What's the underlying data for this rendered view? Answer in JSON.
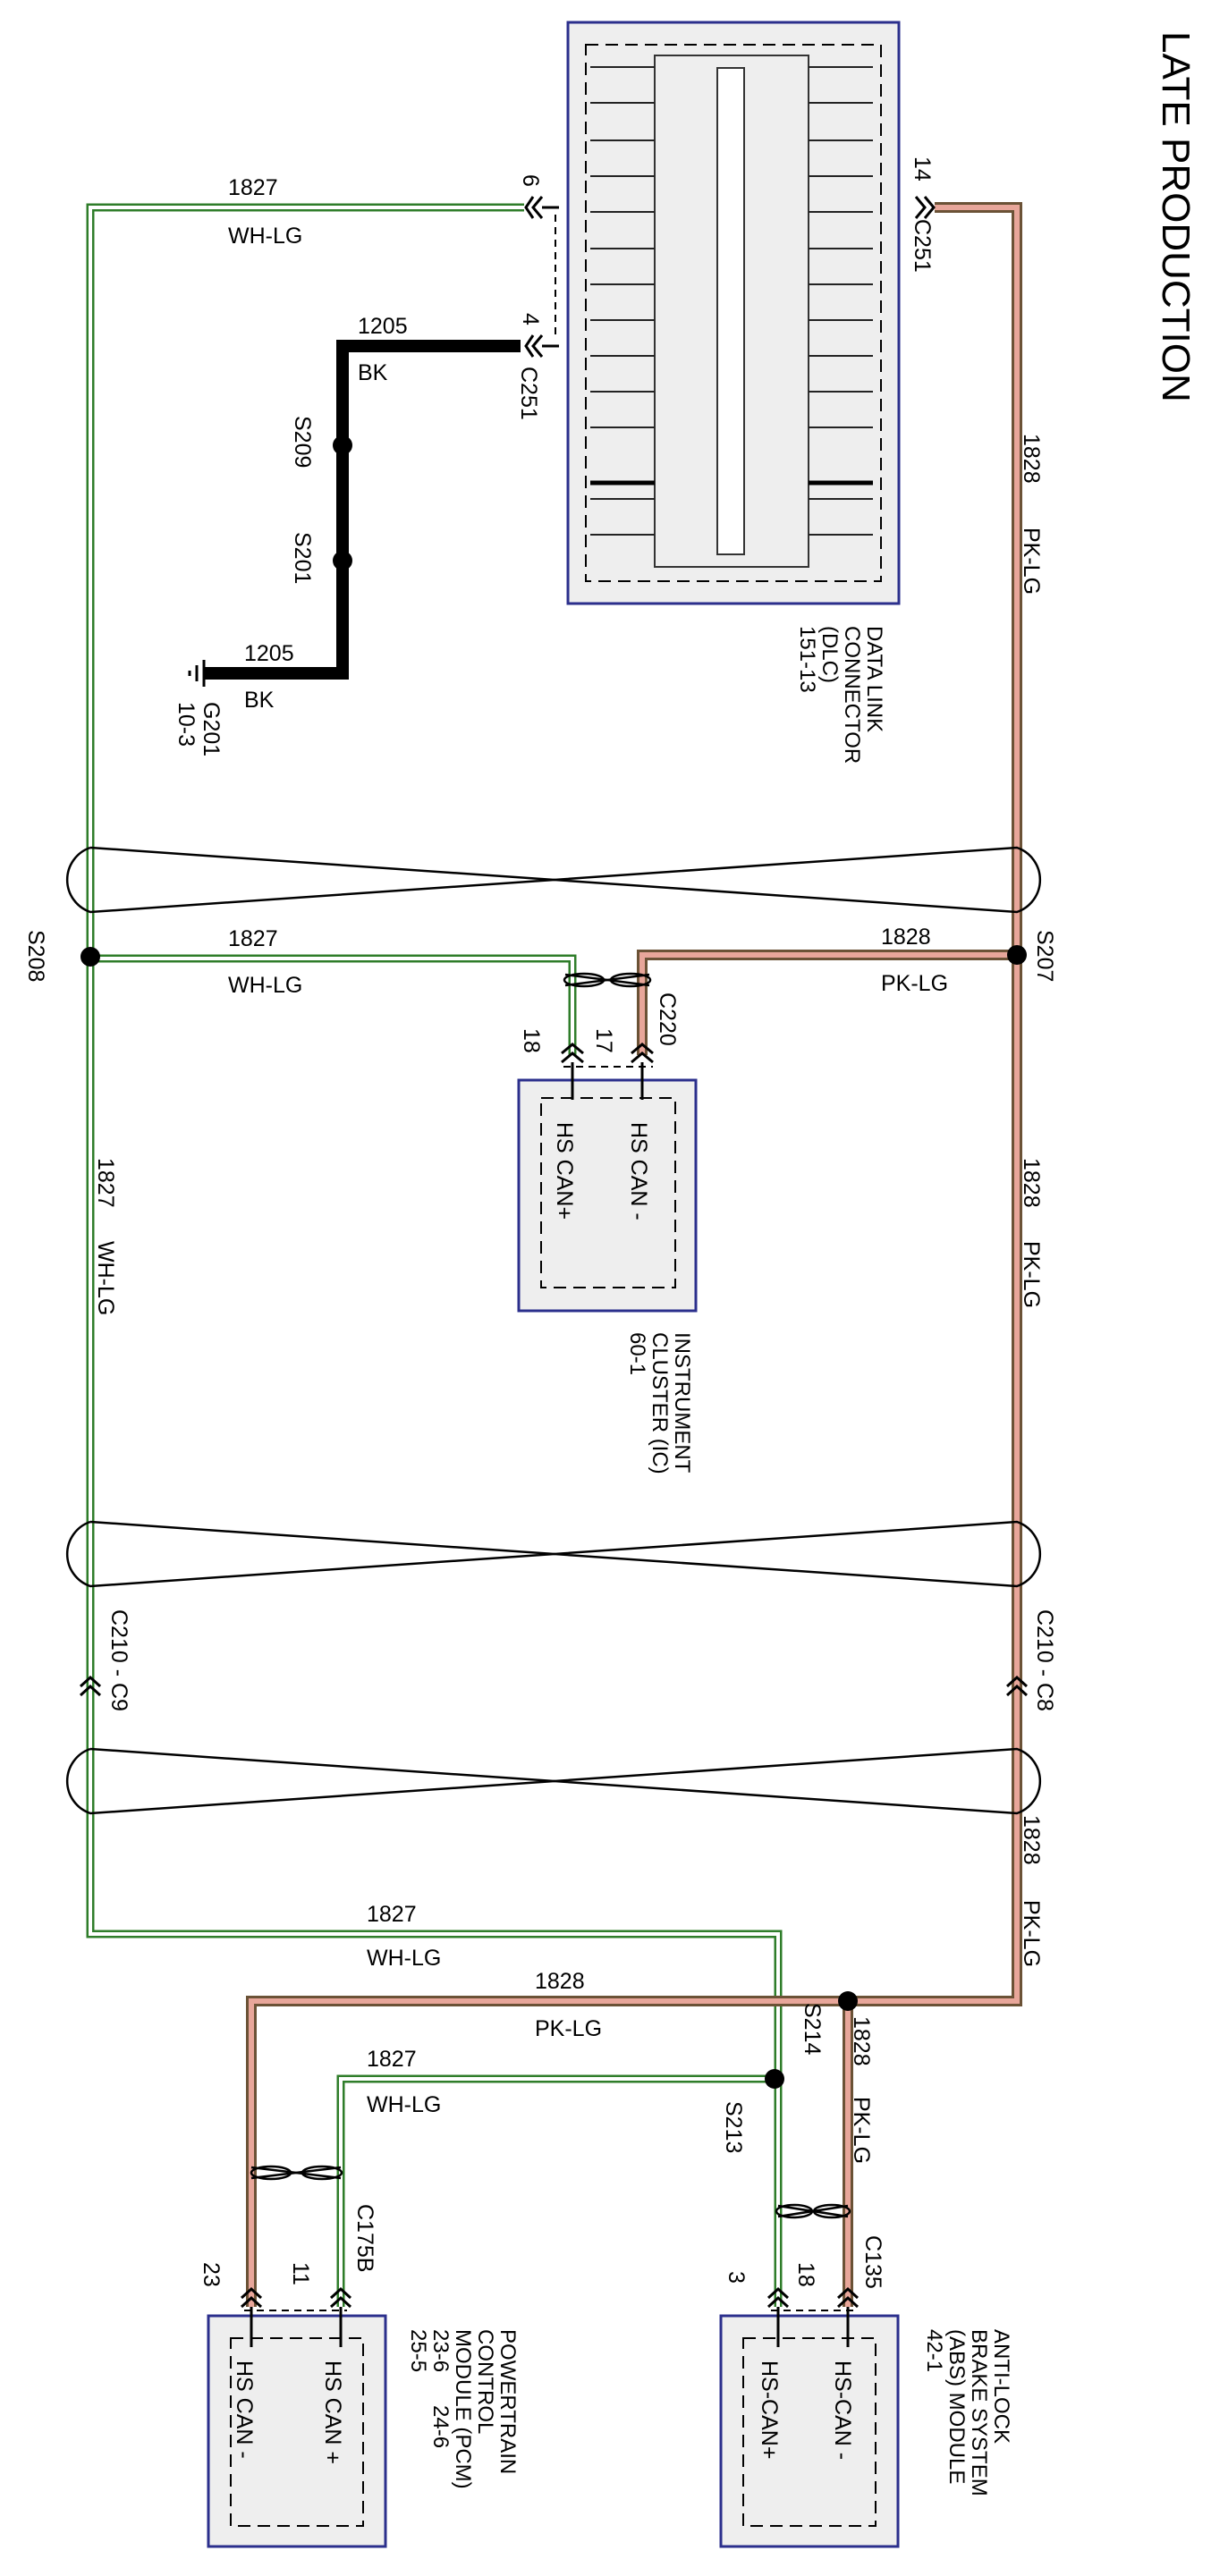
{
  "title": "LATE PRODUCTION",
  "colors": {
    "wire_wh_lg_outer": "#2f7d2a",
    "wire_wh_lg_inner": "#ffffff",
    "wire_pk_lg_outer": "#6b5236",
    "wire_pk_lg_inner": "#e8a69a",
    "wire_bk": "#000000",
    "box_border": "#2b2f8c",
    "box_fill": "#eeeeee"
  },
  "circuits": {
    "can_plus": {
      "number": "1827",
      "color": "WH-LG"
    },
    "can_minus": {
      "number": "1828",
      "color": "PK-LG"
    },
    "ground": {
      "number": "1205",
      "color": "BK"
    }
  },
  "splices": [
    "S208",
    "S207",
    "S209",
    "S201",
    "S213",
    "S214"
  ],
  "ground_point": {
    "name": "G201",
    "ref": "10-3"
  },
  "connectors": {
    "dlc_pin6": "6",
    "dlc_pin4": "4",
    "dlc_pin14": "14",
    "dlc_c251": "C251",
    "ic_c220": "C220",
    "ic_pin18": "18",
    "ic_pin17": "17",
    "inline_c9": "C210 - C9",
    "inline_c8": "C210 - C8",
    "pcm_c175b": "C175B",
    "pcm_pin23": "23",
    "pcm_pin11": "11",
    "abs_c135": "C135",
    "abs_pin3": "3",
    "abs_pin18": "18"
  },
  "components": {
    "dlc": [
      "DATA LINK",
      "CONNECTOR",
      "(DLC)",
      "151-13"
    ],
    "ic": [
      "INSTRUMENT",
      "CLUSTER (IC)",
      "60-1"
    ],
    "pcm": [
      "POWERTRAIN",
      "CONTROL",
      "MODULE (PCM)",
      "23-6",
      "25-5",
      "24-6"
    ],
    "abs": [
      "ANTI-LOCK",
      "BRAKE SYSTEM",
      "(ABS) MODULE",
      "42-1"
    ]
  },
  "pins": {
    "ic_minus": "HS CAN -",
    "ic_plus": "HS CAN+",
    "pcm_plus": "HS CAN +",
    "pcm_minus": "HS CAN -",
    "abs_minus": "HS-CAN -",
    "abs_plus": "HS-CAN+"
  }
}
